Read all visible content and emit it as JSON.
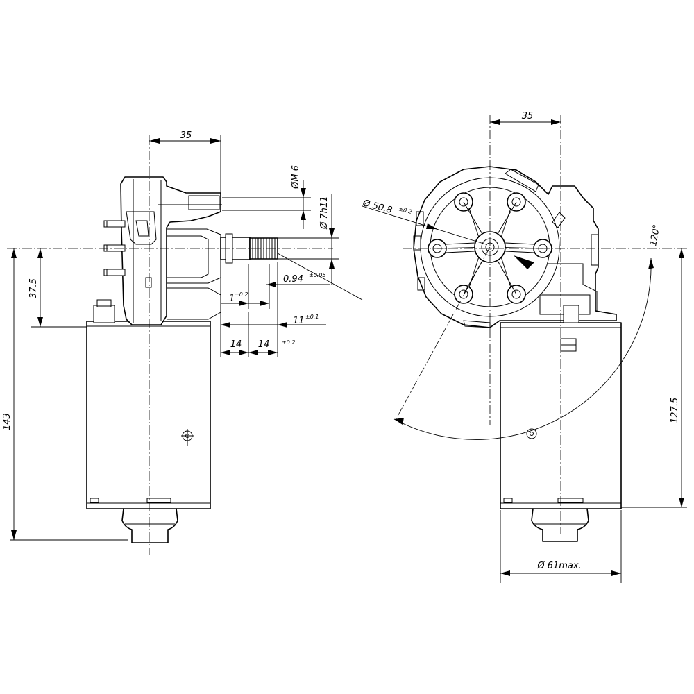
{
  "labels": {
    "left_width": "35",
    "thread": "ØM 6",
    "shaft": "Ø 7h11",
    "offset": "0.94",
    "offset_tol": "±0.05",
    "step": "1",
    "step_tol": "±0.2",
    "shaft_len": "11",
    "shaft_len_tol": "±0.1",
    "spline_a": "14",
    "spline_b": "14",
    "spline_tol": "±0.2",
    "height_small": "37.5",
    "height_total": "143",
    "right_width": "35",
    "bolt_circle": "Ø 50.8",
    "bolt_circle_tol": "±0.2",
    "angle": "120°",
    "height_right": "127.5",
    "diameter": "Ø 61max."
  }
}
